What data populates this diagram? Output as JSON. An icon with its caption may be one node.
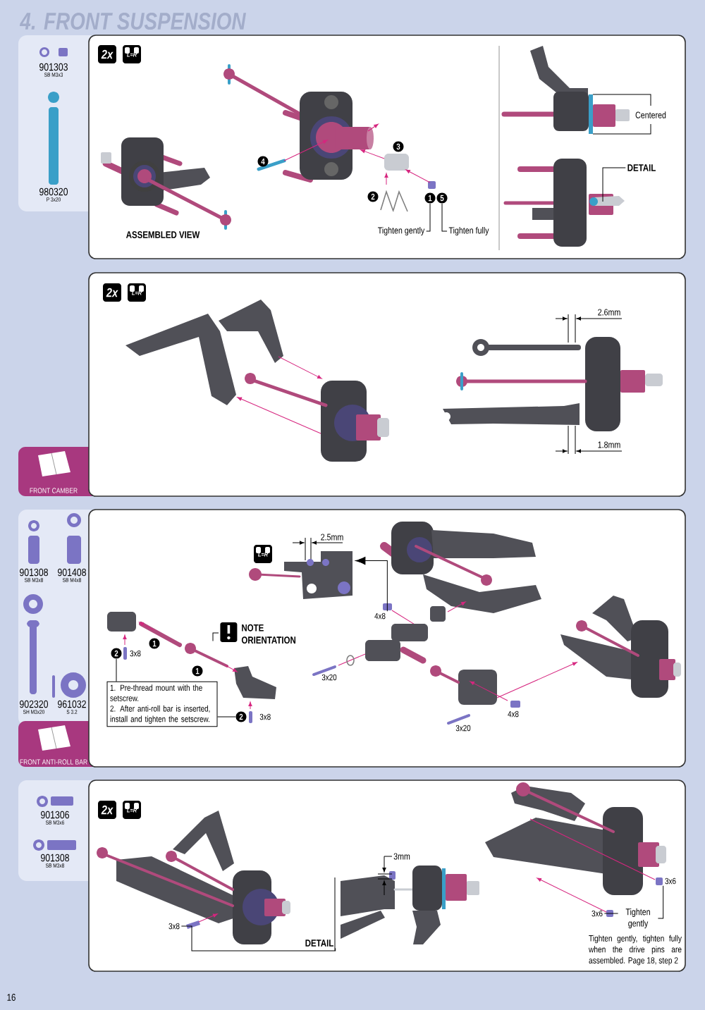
{
  "diagram": {
    "title": "4. FRONT SUSPENSION",
    "nodes": [
      {
        "text": [
          "2x"
        ]
      },
      {
        "text": [
          "L=R"
        ]
      },
      {
        "text": [
          "4"
        ]
      },
      {
        "text": [
          "3"
        ]
      },
      {
        "text": [
          "2"
        ]
      },
      {
        "text": [
          "1"
        ]
      },
      {
        "text": [
          "5"
        ]
      },
      {
        "text": [
          "Tighten gently"
        ]
      },
      {
        "text": [
          "Tighten fully"
        ]
      },
      {
        "text": [
          "DETAIL"
        ]
      },
      {
        "text": [
          "2x"
        ]
      },
      {
        "text": [
          "L=R"
        ]
      },
      {
        "text": [
          "L=R"
        ]
      },
      {
        "text": [
          "NOTE ORIENTATION"
        ]
      },
      {
        "text": [
          "1"
        ]
      },
      {
        "text": [
          "2"
        ]
      },
      {
        "text": [
          "1"
        ]
      },
      {
        "text": [
          "1. Pre-thread mount with the setscrew.",
          "2. After anti-roll bar is inserted, install and tighten the setscrew."
        ]
      },
      {
        "text": [
          "2"
        ],
        "beside": [
          "3x8"
        ]
      },
      {
        "text": [
          "4x8"
        ]
      },
      {
        "text": [
          "2x"
        ]
      },
      {
        "text": [
          "L=R"
        ]
      },
      {
        "text": [
          "3x8"
        ]
      },
      {
        "text": [
          "DETAIL"
        ]
      },
      {
        "text": [
          "3x6"
        ]
      },
      {
        "text": [
          "3x6"
        ]
      },
      {
        "text": [
          "Tighten gently"
        ]
      },
      {
        "text": [],
        "shape": "picture"
      },
      {
        "text": [],
        "shape": "picture"
      }
    ],
    "edges": [
      {
        "from": 7,
        "to": 5,
        "arrow": "none"
      },
      {
        "from": 8,
        "to": 6,
        "arrow": "none"
      },
      {
        "from": 9,
        "to": null,
        "arrow": "none"
      },
      {
        "from": 13,
        "to": 27,
        "arrow": "none"
      },
      {
        "from": 15,
        "to": 17,
        "arrow": "none"
      },
      {
        "from": 17,
        "to": 18,
        "arrow": "none"
      },
      {
        "from": 19,
        "to": 28,
        "arrow": "to"
      },
      {
        "from": 22,
        "to": 23,
        "arrow": "none"
      },
      {
        "from": 24,
        "to": 26,
        "arrow": "none"
      },
      {
        "from": 25,
        "to": 26,
        "arrow": "none"
      }
    ],
    "labels": [
      "901303",
      "SB M3x3",
      "980320",
      "P 3x20",
      "ASSEMBLED VIEW",
      "Centered",
      "2.6mm",
      "1.8mm",
      "FRONT CAMBER",
      "901308",
      "SB M3x8",
      "901408",
      "SB M4x8",
      "902320",
      "SH M3x20",
      "961032",
      "S 3.2",
      "FRONT ANTI-ROLL BAR",
      "2.5mm",
      "3x8",
      "3x20",
      "3x20",
      "4x8",
      "901306",
      "SB M3x6",
      "901308",
      "SB M3x8",
      "3mm",
      "Tighten gently, tighten fully when the drive pins are assembled. Page 18, step 2",
      "16"
    ]
  }
}
